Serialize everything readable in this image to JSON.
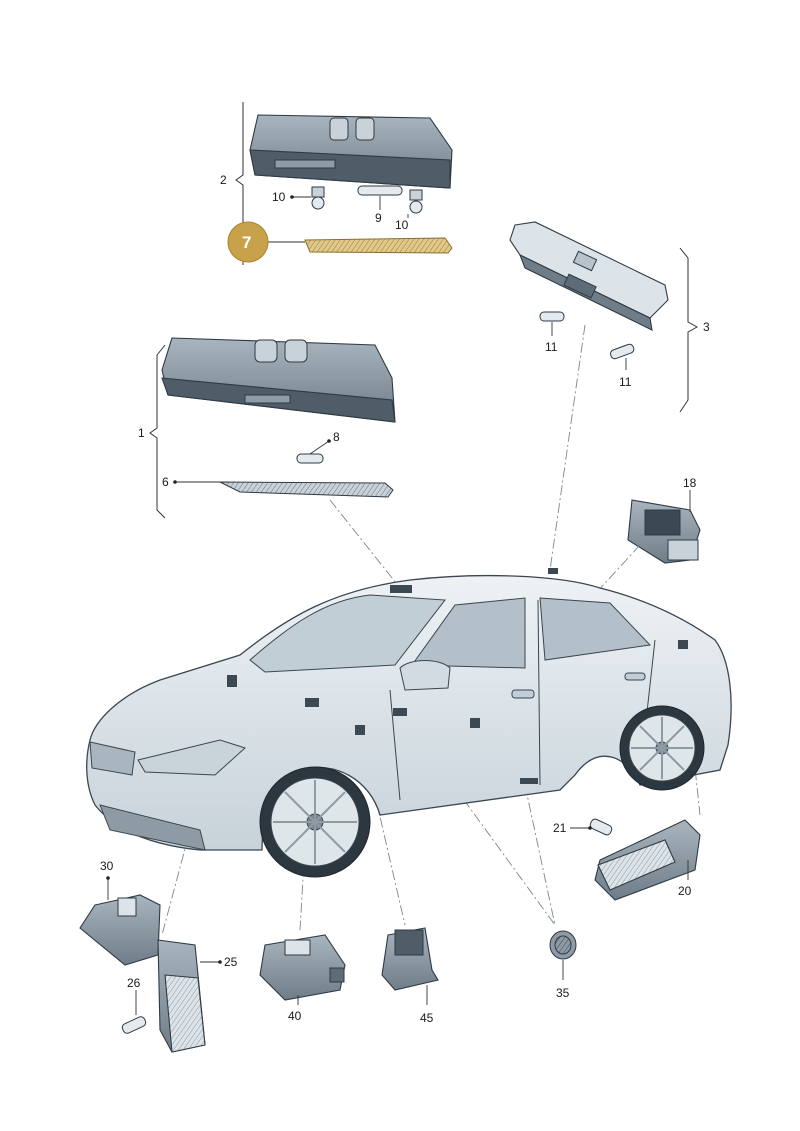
{
  "diagram": {
    "highlight": {
      "label": "7",
      "color": "#c8a24a"
    },
    "colors": {
      "part_fill": "#b9c4cc",
      "part_dark": "#5e6c77",
      "car_fill": "#d9e1e6",
      "car_stroke": "#3a4650",
      "highlight_part": "#e2c988"
    },
    "callouts": {
      "c1": "1",
      "c2": "2",
      "c3": "3",
      "c6": "6",
      "c8": "8",
      "c9": "9",
      "c10a": "10",
      "c10b": "10",
      "c11a": "11",
      "c11b": "11",
      "c18": "18",
      "c20": "20",
      "c21": "21",
      "c25": "25",
      "c26": "26",
      "c30": "30",
      "c35": "35",
      "c40": "40",
      "c45": "45"
    }
  }
}
